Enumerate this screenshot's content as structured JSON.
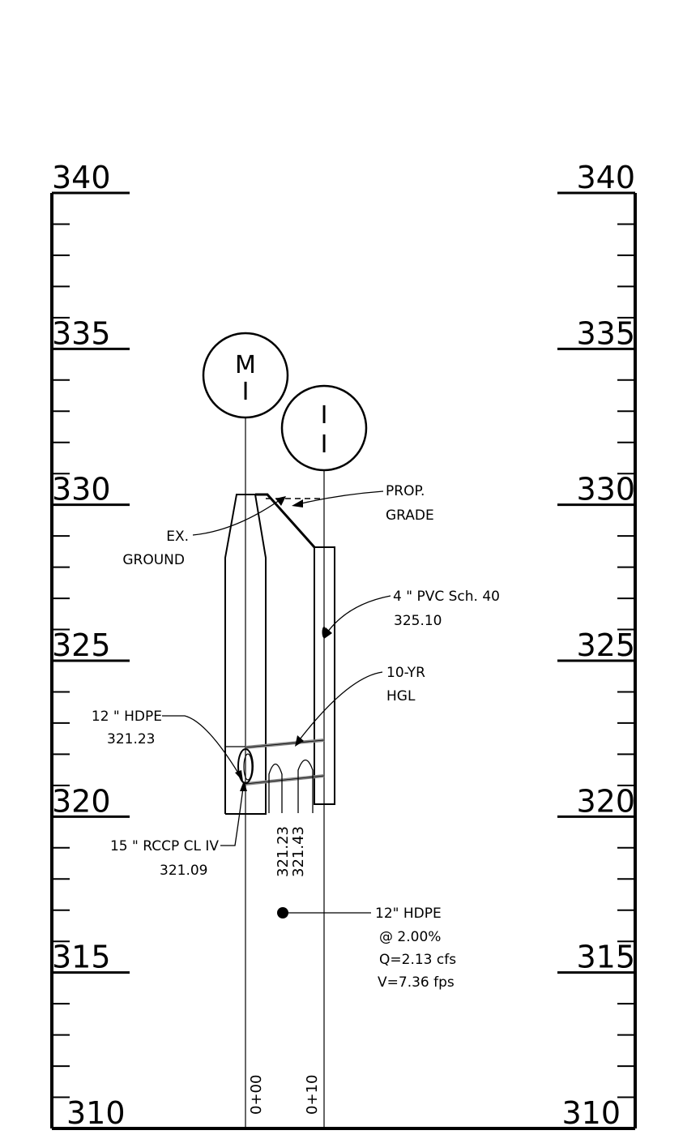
{
  "profile": {
    "elevations": [
      340,
      335,
      330,
      325,
      320,
      315,
      310
    ],
    "elevation_range": [
      310,
      340
    ],
    "stations": [
      "0+00",
      "0+10"
    ],
    "structures": [
      {
        "id": "M1",
        "line1": "M",
        "line2": "I"
      },
      {
        "id": "I1",
        "line1": "I",
        "line2": "I"
      }
    ],
    "labels": {
      "prop_grade": [
        "PROP.",
        "GRADE"
      ],
      "ex_ground": [
        "EX.",
        "GROUND"
      ],
      "pvc": [
        "4 \" PVC Sch. 40",
        "325.10"
      ],
      "hgl": [
        "10-YR",
        "HGL"
      ],
      "hdpe_in": [
        "12 \" HDPE",
        "321.23"
      ],
      "rcp": [
        "15 \"  RCCP CL IV",
        "321.09"
      ],
      "inverts": [
        "321.23",
        "321.43"
      ],
      "pipe_info": [
        "12\" HDPE",
        "@ 2.00%",
        "Q=2.13 cfs",
        "V=7.36 fps"
      ]
    }
  }
}
